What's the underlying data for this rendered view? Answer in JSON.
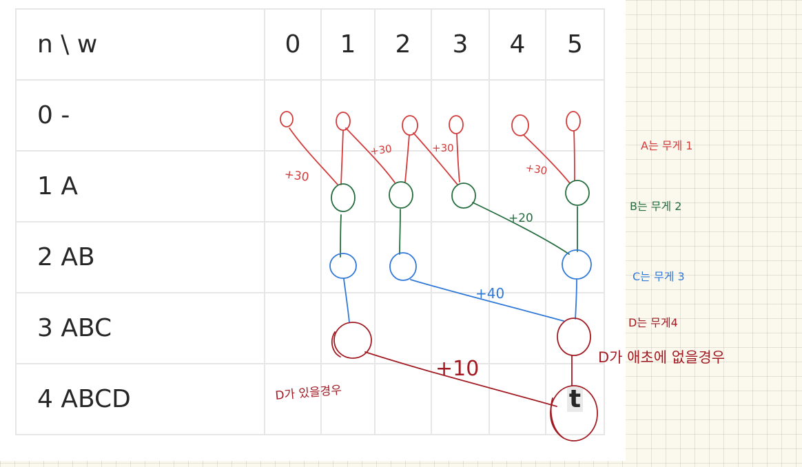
{
  "colors": {
    "red": "#d23a3a",
    "dark_red": "#a11a22",
    "green": "#236b3c",
    "blue": "#2f78d8",
    "table_border": "#e6e6e6",
    "text": "#262626"
  },
  "table": {
    "corner_label": "n \\ w",
    "columns": [
      "0",
      "1",
      "2",
      "3",
      "4",
      "5"
    ],
    "rows": [
      {
        "label": "0 -"
      },
      {
        "label": "1 A"
      },
      {
        "label": "2 AB"
      },
      {
        "label": "3 ABC"
      },
      {
        "label": "4 ABCD"
      }
    ],
    "cell_4_5_text": "t"
  },
  "annotations": {
    "edge_labels": {
      "plus30_a": "+30",
      "plus30_b": "+30",
      "plus30_c": "+30",
      "plus30_d": "+30",
      "plus20": "+20",
      "plus40": "+40",
      "plus10": "+10"
    },
    "side_notes": {
      "a_weight": "A는 무게 1",
      "b_weight": "B는 무게 2",
      "c_weight": "C는 무게 3",
      "d_weight": "D는 무게4",
      "d_absent": "D가 애초에 없을경우",
      "d_present": "D가 있을경우"
    }
  }
}
